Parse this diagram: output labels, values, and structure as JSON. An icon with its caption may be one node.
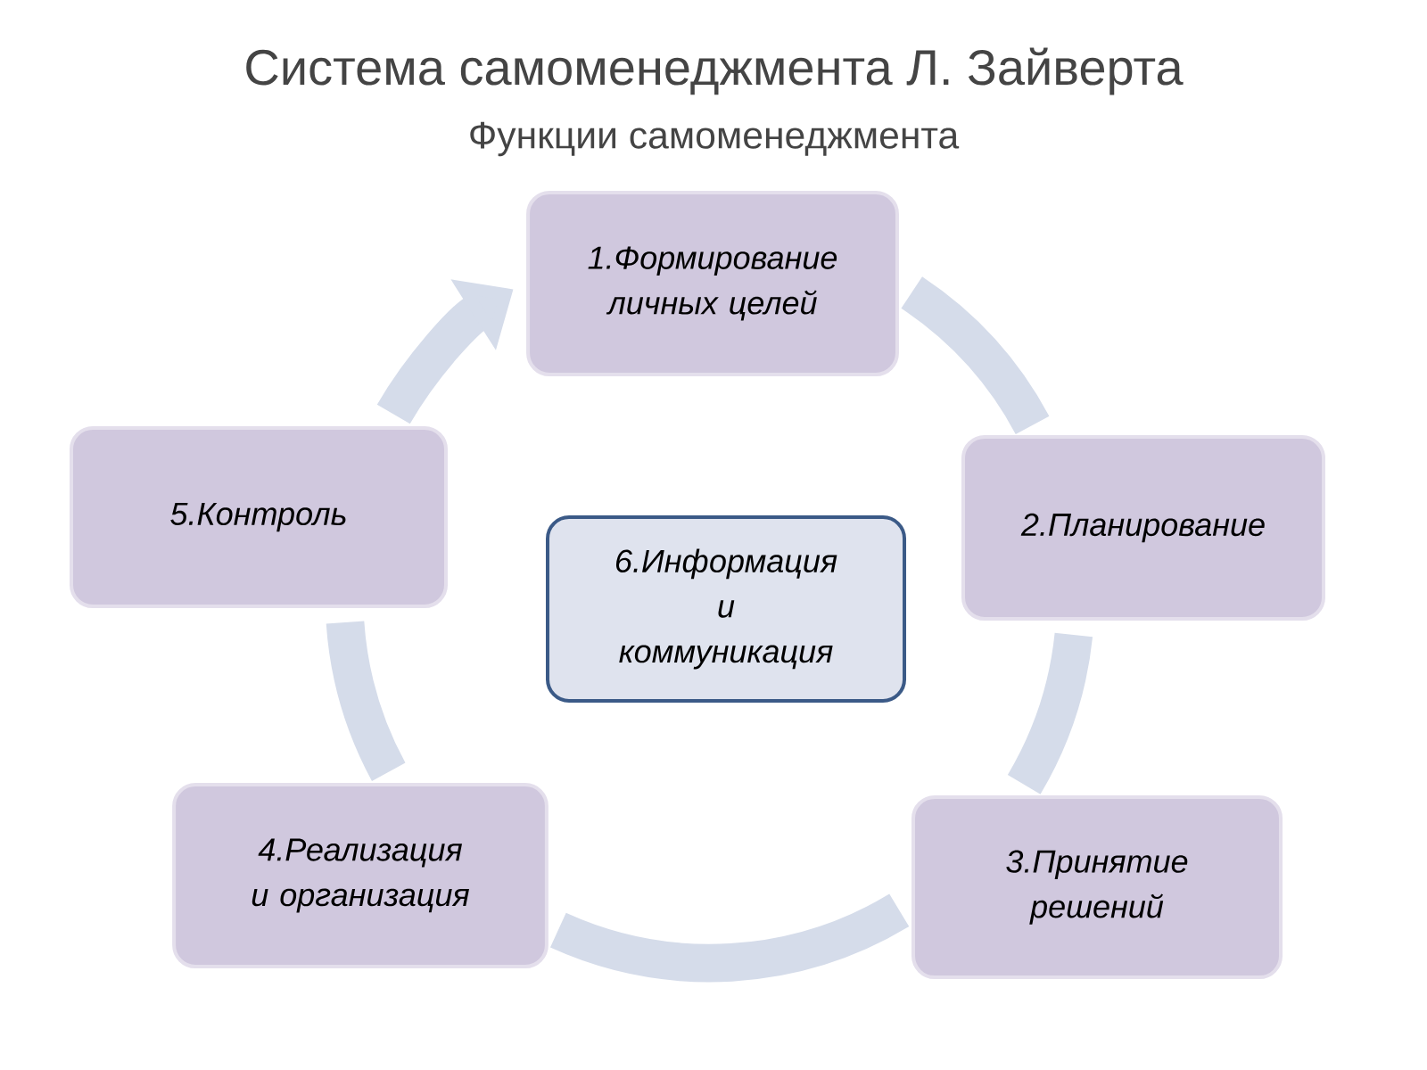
{
  "diagram": {
    "title": "Система самоменеджмента Л. Зайверта",
    "nodes": [
      {
        "text": [
          "1.Формирование личных целей"
        ]
      },
      {
        "text": [
          "2.Планирование"
        ]
      },
      {
        "text": [
          "3.Принятие решений"
        ]
      },
      {
        "text": [
          "4.Реализация и организация"
        ]
      },
      {
        "text": [
          "5.Контроль"
        ]
      },
      {
        "text": [
          "6.Информация и коммуникация"
        ]
      }
    ],
    "edges": [
      {
        "from": 0,
        "to": 1,
        "arrow": "none"
      },
      {
        "from": 1,
        "to": 2,
        "arrow": "none"
      },
      {
        "from": 2,
        "to": 3,
        "arrow": "none"
      },
      {
        "from": 3,
        "to": 4,
        "arrow": "none"
      },
      {
        "from": 4,
        "to": 0,
        "arrow": "to"
      }
    ],
    "labels": [
      "Функции  самоменеджмента"
    ]
  }
}
